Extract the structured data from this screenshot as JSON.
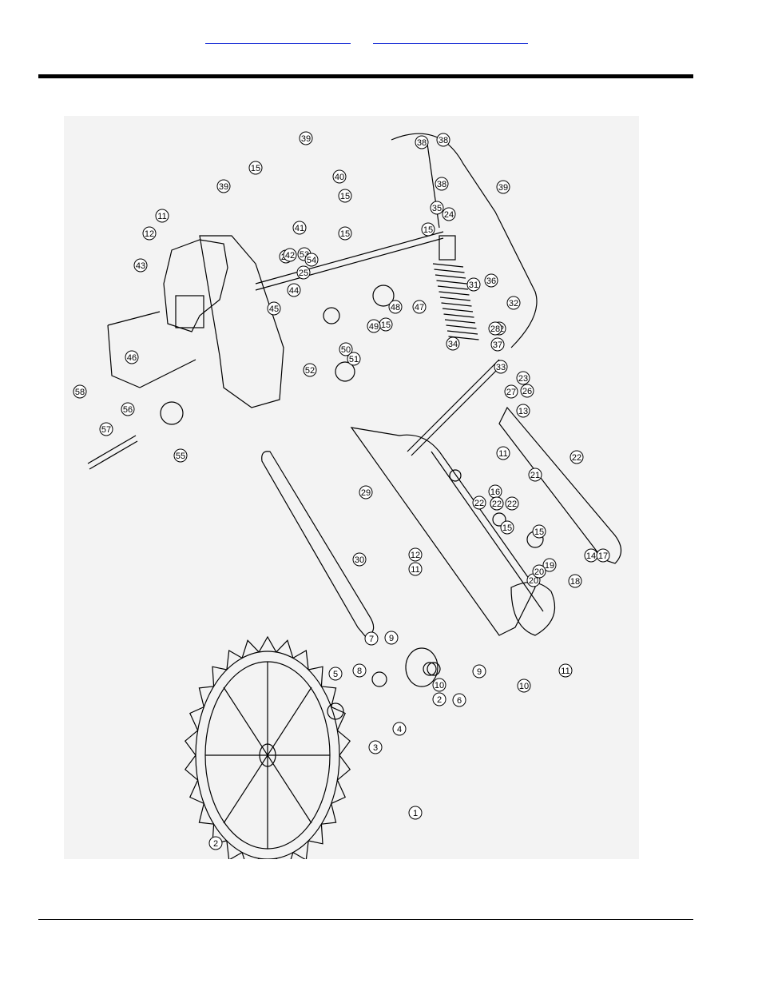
{
  "header": {
    "link_left": "",
    "link_right": ""
  },
  "diagram": {
    "callouts": [
      "1",
      "2",
      "2",
      "3",
      "4",
      "5",
      "6",
      "7",
      "8",
      "9",
      "9",
      "10",
      "10",
      "11",
      "11",
      "11",
      "11",
      "12",
      "12",
      "12",
      "13",
      "14",
      "15",
      "15",
      "15",
      "15",
      "15",
      "15",
      "15",
      "16",
      "17",
      "18",
      "19",
      "20",
      "20",
      "21",
      "21",
      "22",
      "22",
      "22",
      "22",
      "23",
      "24",
      "25",
      "26",
      "26",
      "27",
      "28",
      "29",
      "30",
      "31",
      "32",
      "33",
      "34",
      "35",
      "36",
      "37",
      "38",
      "38",
      "38",
      "39",
      "39",
      "39",
      "40",
      "41",
      "42",
      "43",
      "44",
      "45",
      "46",
      "47",
      "48",
      "49",
      "50",
      "51",
      "52",
      "53",
      "54",
      "55",
      "56",
      "57",
      "58"
    ]
  },
  "colors": {
    "line": "#000000",
    "link": "#1a2fd6",
    "diagram_bg": "#f3f3f3"
  }
}
